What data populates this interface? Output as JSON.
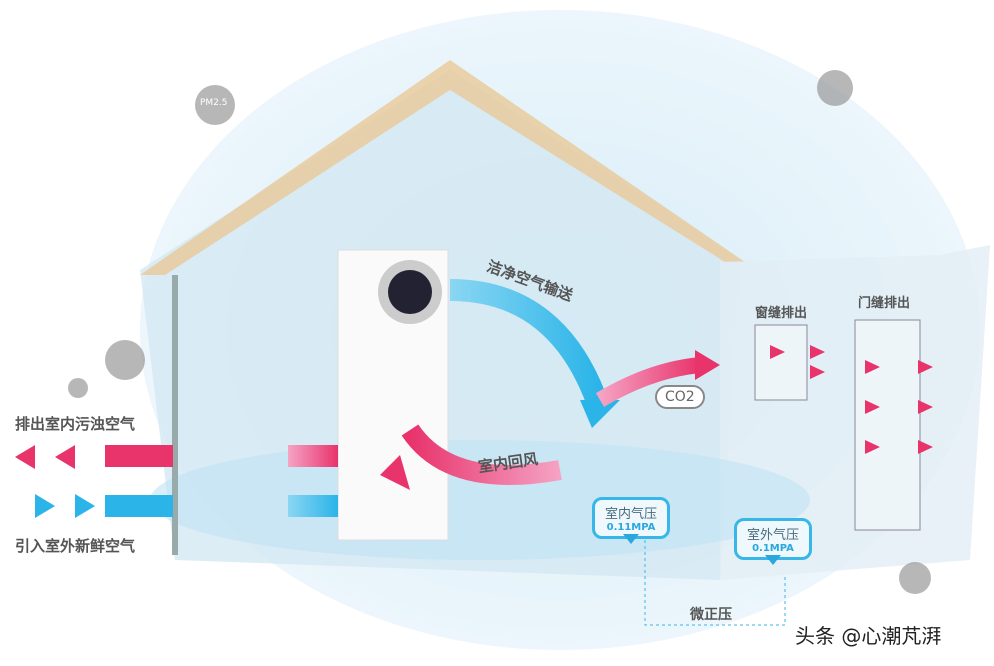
{
  "labels": {
    "exhaust_dirty": "排出室内污浊空气",
    "intake_fresh": "引入室外新鲜空气",
    "clean_supply": "洁净空气输送",
    "return_air": "室内回风",
    "co2": "CO2",
    "window_exhaust": "窗缝排出",
    "door_exhaust": "门缝排出",
    "micro_positive": "微正压"
  },
  "indoor_pressure": {
    "label": "室内气压",
    "value": "0.11MPA"
  },
  "outdoor_pressure": {
    "label": "室外气压",
    "value": "0.1MPA"
  },
  "particle_label": "PM2.5",
  "watermark": "头条 @心潮芃湃",
  "colors": {
    "pink": "#e8336b",
    "blue": "#2ab4e8",
    "roof": "#e9c998"
  }
}
